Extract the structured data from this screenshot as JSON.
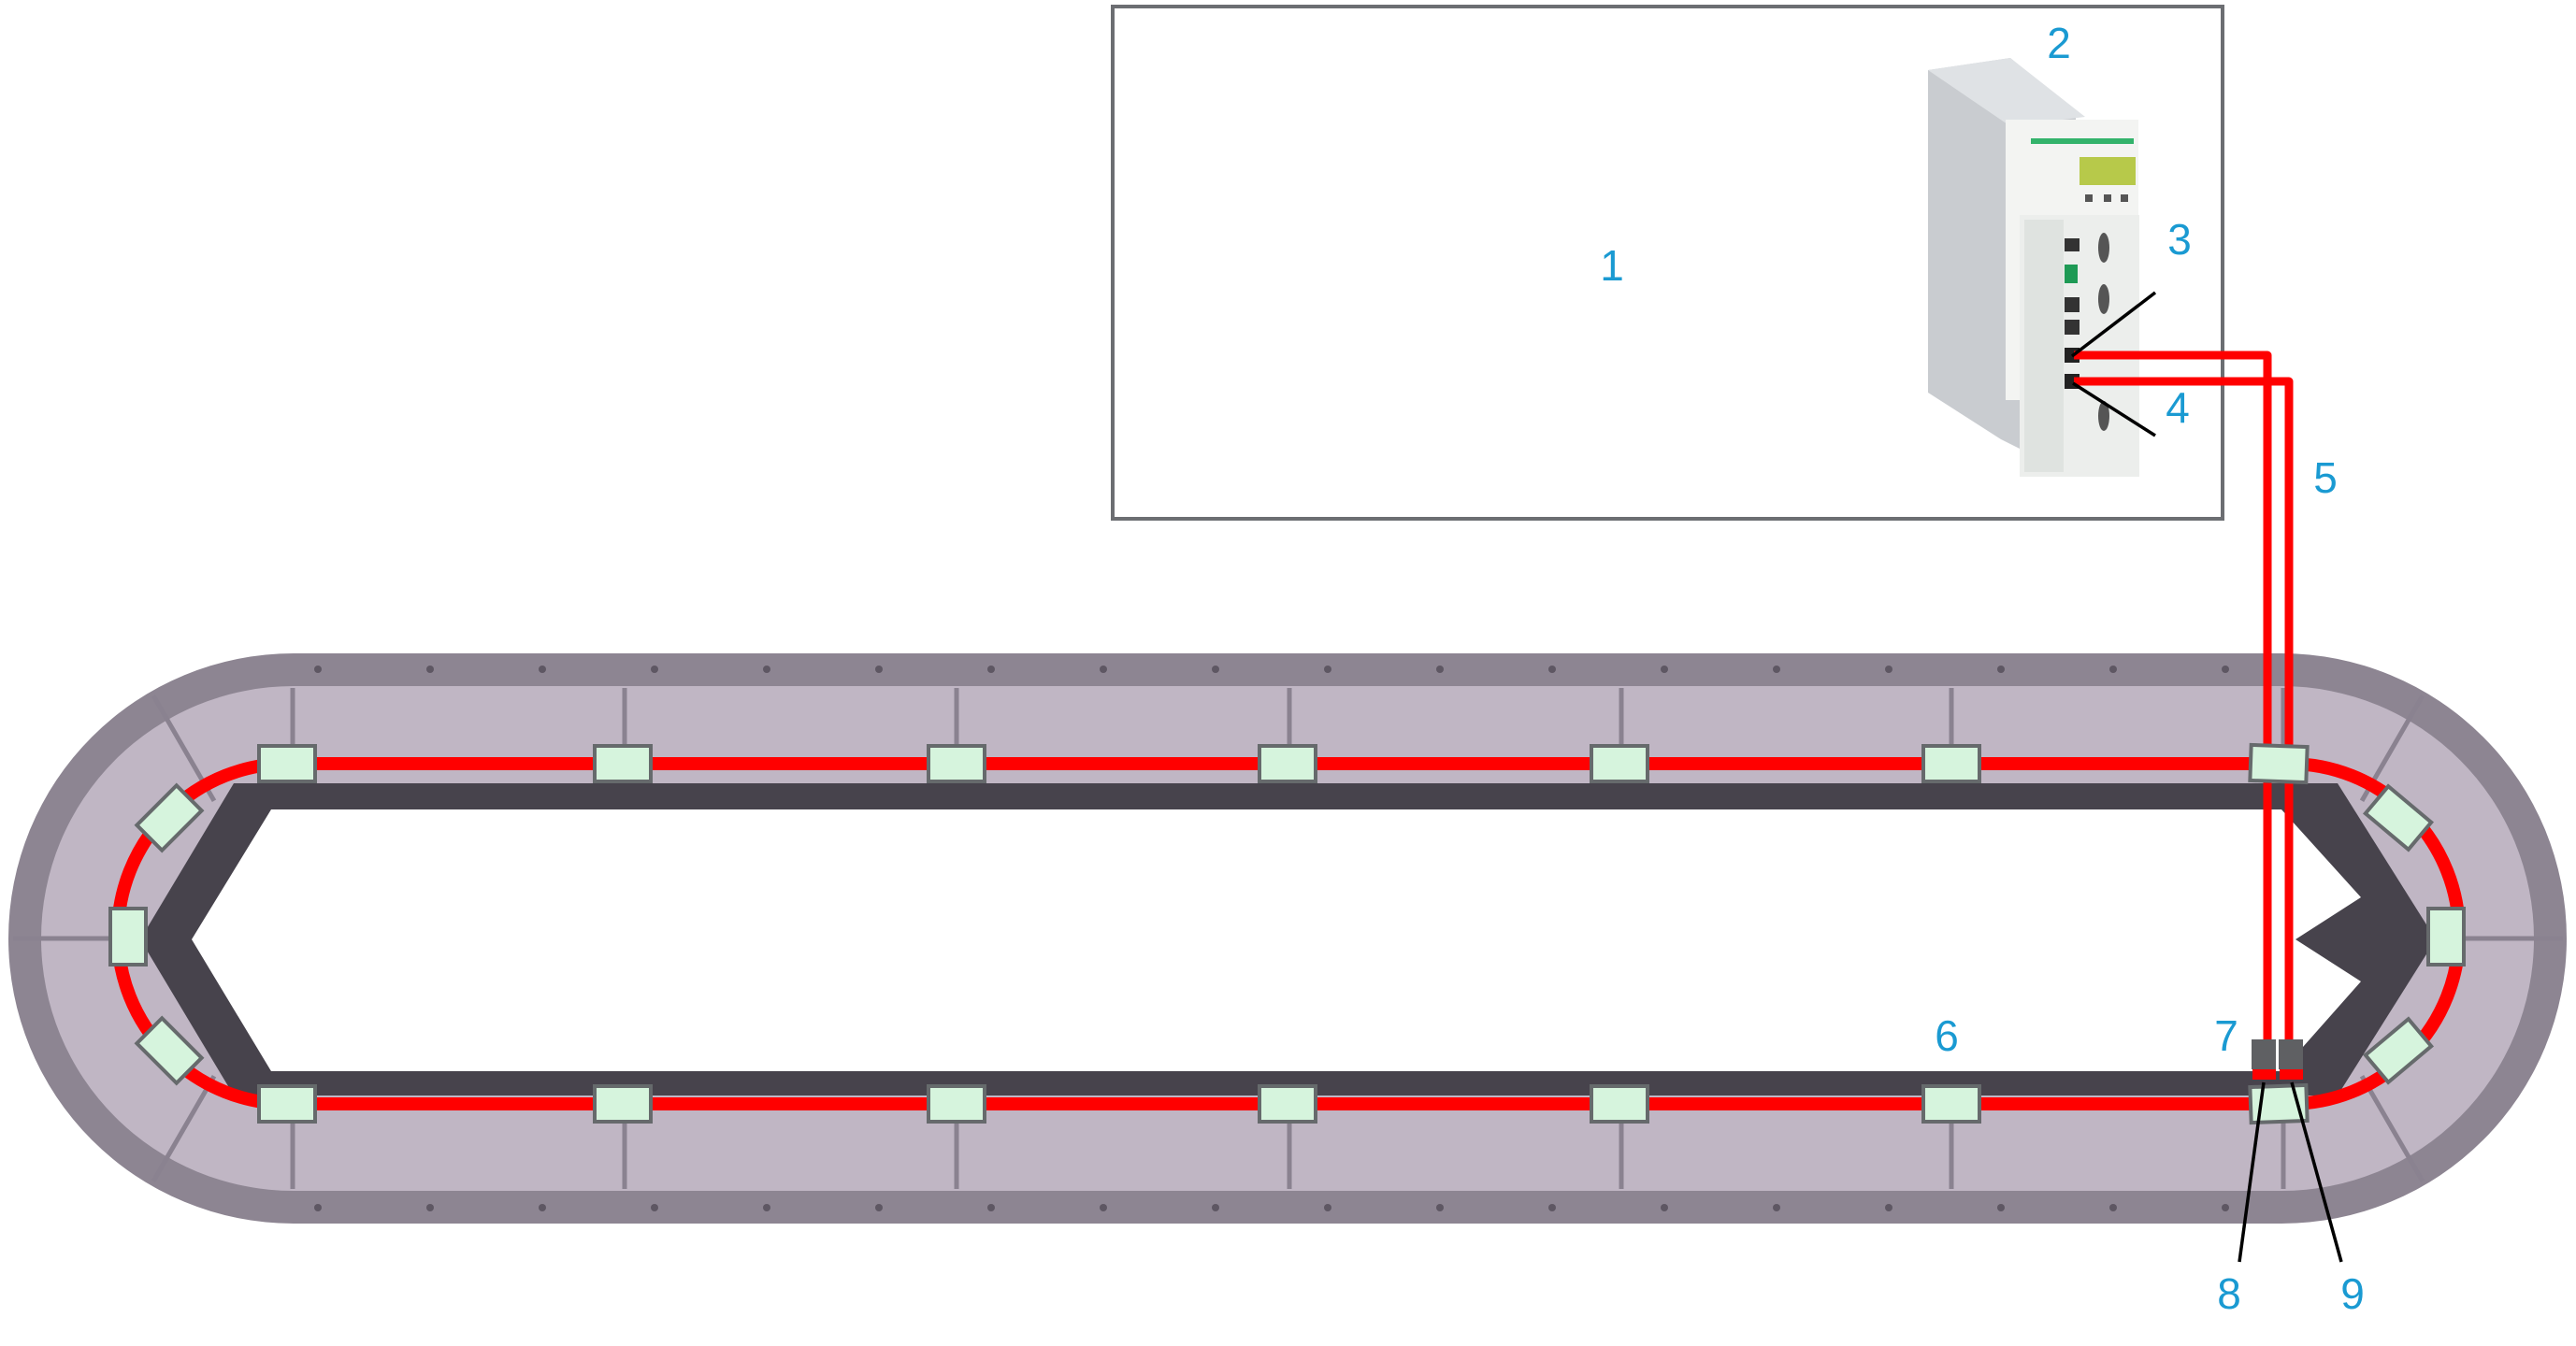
{
  "diagram": {
    "labels": {
      "cabinet": "1",
      "controller": "2",
      "port_a": "3",
      "port_b": "4",
      "cables": "5",
      "track": "6",
      "mover_connection": "7",
      "connector_a": "8",
      "connector_b": "9"
    },
    "colors": {
      "label": "#1a9ad2",
      "cable": "#ff0000",
      "mover": "#d6f4dd",
      "track_rim": "#8d8592",
      "track_surface": "#c0b6c4"
    }
  }
}
